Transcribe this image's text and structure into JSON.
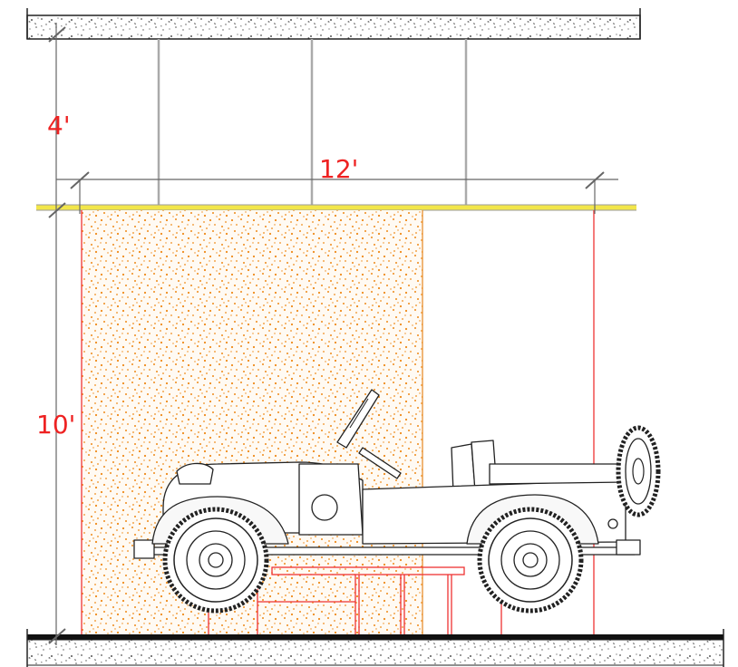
{
  "dimensions": {
    "upper_height": "4'",
    "width": "12'",
    "lower_height": "10'"
  },
  "colors": {
    "dimension_text": "#ee2222",
    "dimension_line": "#666666",
    "wall_outline": "#ee3333",
    "fill_dots": "#ee8a1a",
    "fill_bg": "#fffaf3",
    "concrete_dots": "#555555",
    "hanger": "#aaaaaa",
    "beam": "#f2e64a",
    "vehicle_line": "#222222"
  },
  "icons": {
    "vehicle": "jeep-icon",
    "spare_tire": "spare-tire-icon"
  }
}
